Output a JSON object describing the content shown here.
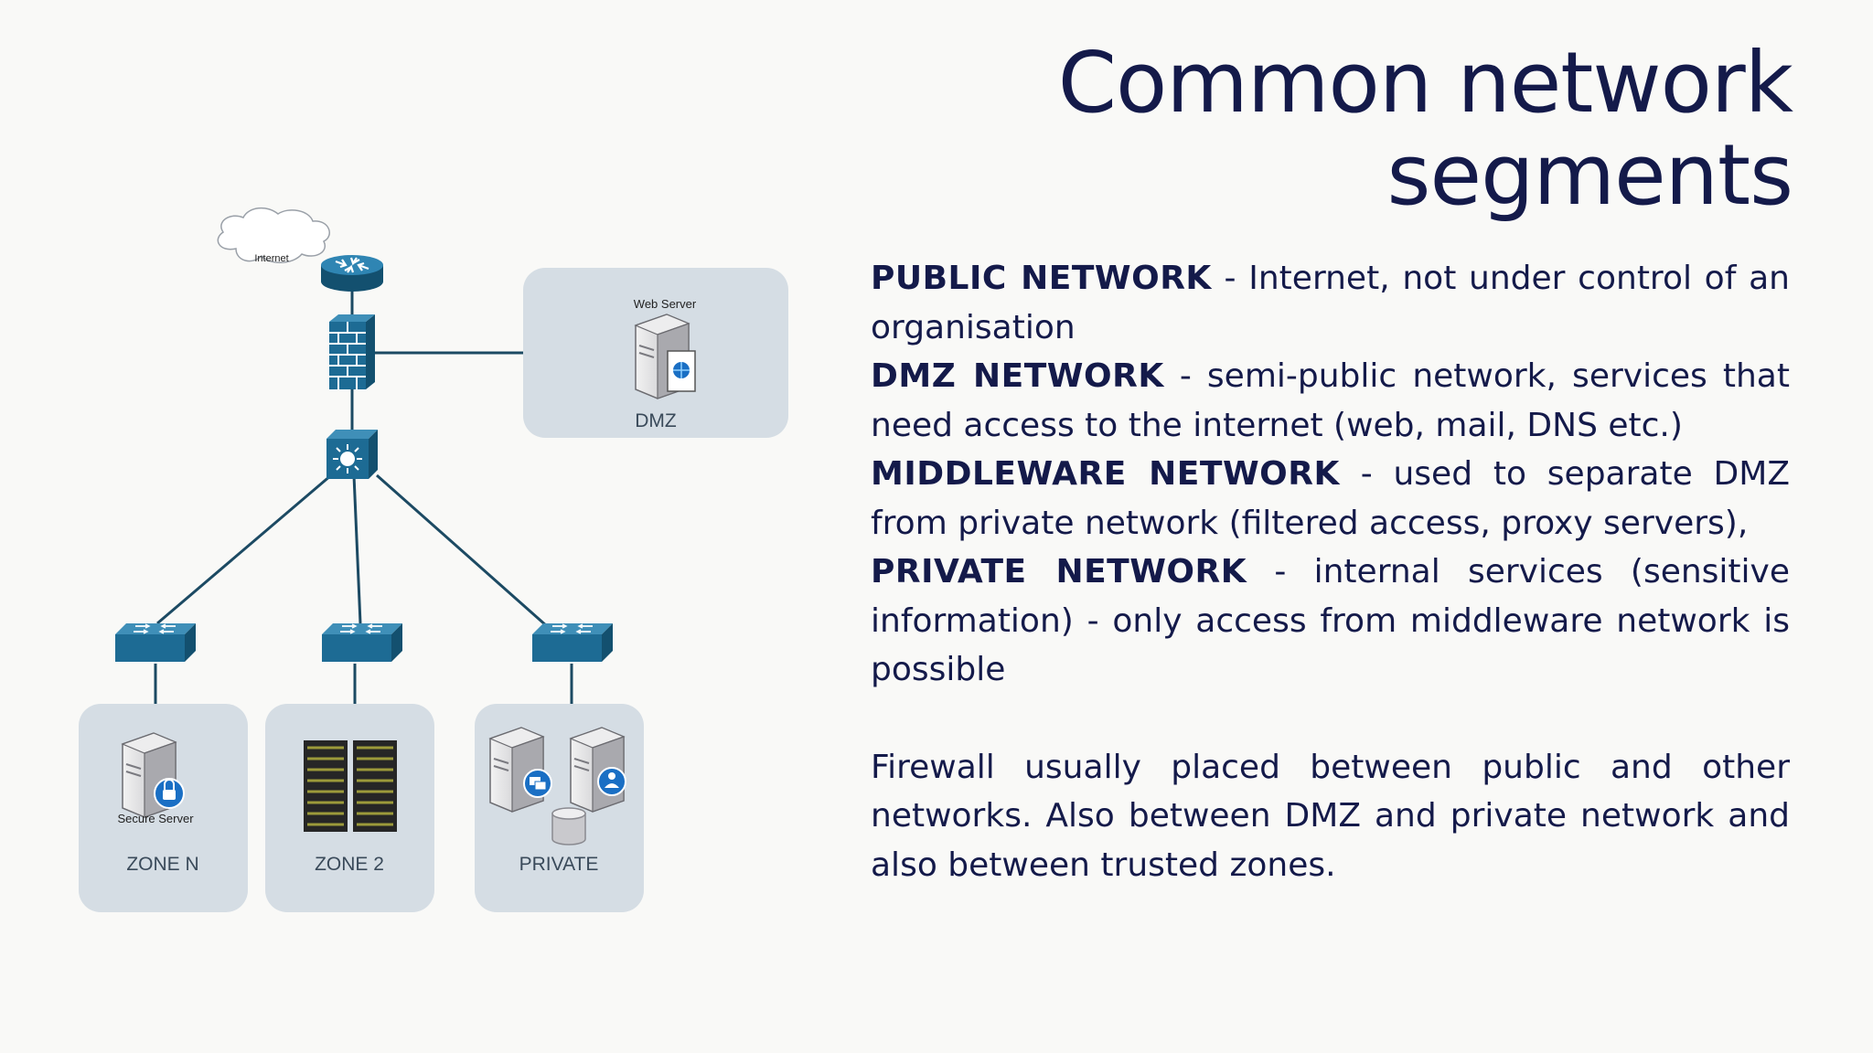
{
  "title": "Common network segments",
  "diagram": {
    "internet_label": "Internet",
    "web_server_label": "Web Server",
    "dmz_label": "DMZ",
    "secure_server_label": "Secure Server",
    "zones": [
      "ZONE N",
      "ZONE 2",
      "PRIVATE"
    ],
    "icons": [
      "cloud-icon",
      "router-icon",
      "firewall-icon",
      "layer3-switch-icon",
      "switch-icon",
      "server-icon",
      "server-rack-icon",
      "database-icon"
    ],
    "colors": {
      "device_blue": "#1d6b94",
      "zone_fill": "#d5dde4",
      "link": "#1c4a63"
    }
  },
  "segments": [
    {
      "term": "PUBLIC NETWORK",
      "desc": " - Internet, not under control of an organisation"
    },
    {
      "term": "DMZ NETWORK",
      "desc": " - semi-public network, services that need access to the internet (web, mail, DNS etc.)"
    },
    {
      "term": "MIDDLEWARE NETWORK",
      "desc": " - used to separate DMZ from private network (filtered access, proxy servers),"
    },
    {
      "term": "PRIVATE NETWORK",
      "desc": " - internal services (sensitive information) - only access from middleware network is possible"
    }
  ],
  "note": "Firewall usually placed between public and other networks. Also between DMZ and private network and also between trusted zones."
}
